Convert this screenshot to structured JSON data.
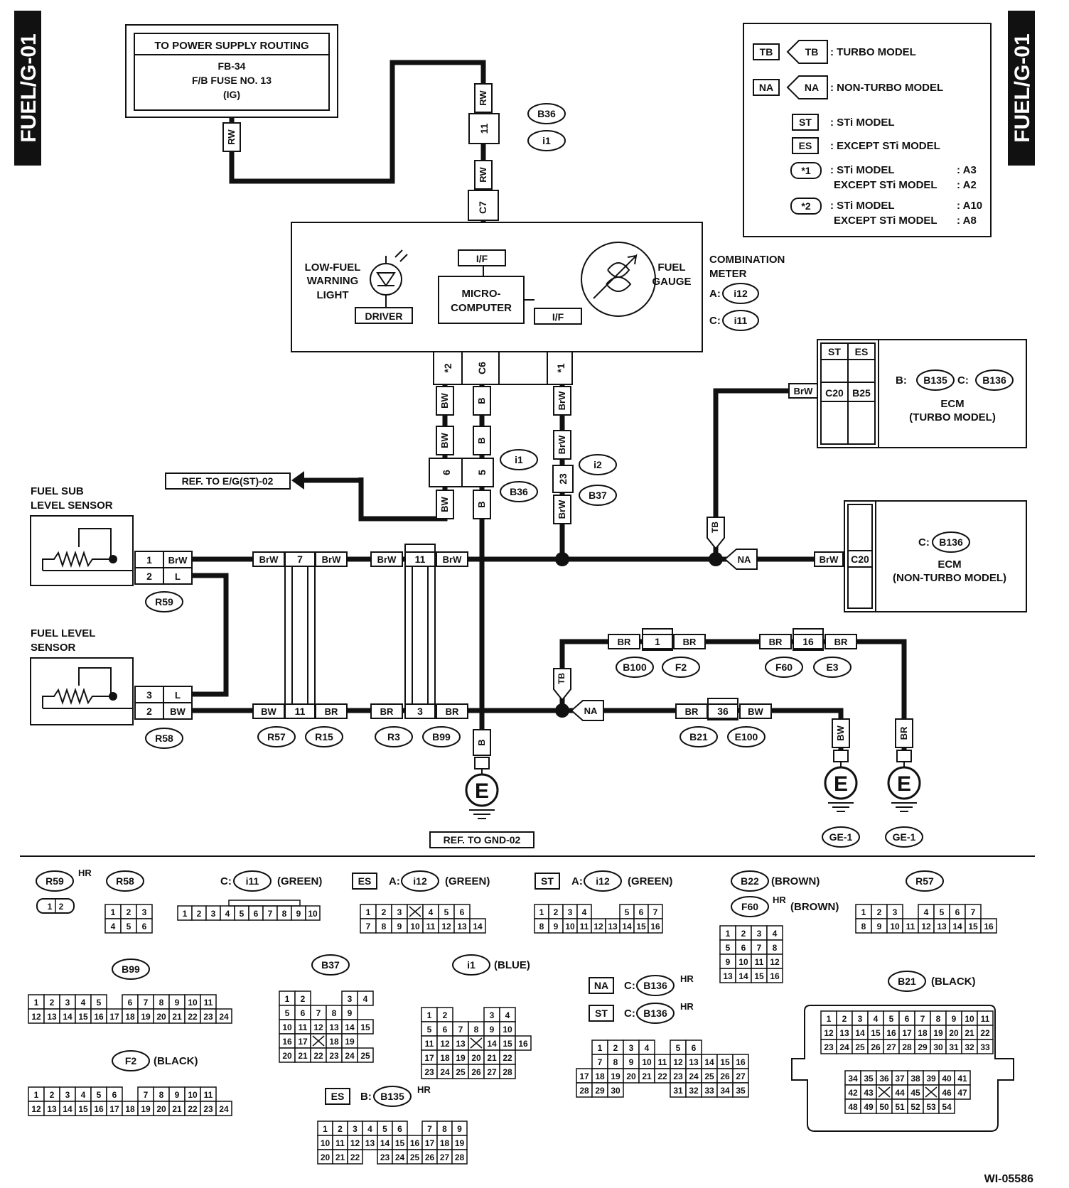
{
  "page": {
    "tag": "FUEL/G-01",
    "code": "WI-05586"
  },
  "legend": {
    "tb_box": "TB",
    "tb_arrow": "TB",
    "tb_text": ": TURBO MODEL",
    "na_box": "NA",
    "na_arrow": "NA",
    "na_text": ": NON-TURBO MODEL",
    "st_box": "ST",
    "st_text": ": STi MODEL",
    "es_box": "ES",
    "es_text": ": EXCEPT STi MODEL",
    "n1_tag": "*1",
    "n1_line1": ": STi MODEL",
    "n1_val1": ": A3",
    "n1_line2": "EXCEPT STi MODEL",
    "n1_val2": ": A2",
    "n2_tag": "*2",
    "n2_line1": ": STi MODEL",
    "n2_val1": ": A10",
    "n2_line2": "EXCEPT STi MODEL",
    "n2_val2": ": A8"
  },
  "power": {
    "title": "TO POWER SUPPLY ROUTING",
    "line1": "FB-34",
    "line2": "F/B FUSE NO. 13",
    "line3": "(IG)"
  },
  "meter": {
    "title1": "COMBINATION",
    "title2": "METER",
    "a_prefix": "A:",
    "a_conn": "i12",
    "c_prefix": "C:",
    "c_conn": "i11",
    "lowfuel1": "LOW-FUEL",
    "lowfuel2": "WARNING",
    "lowfuel3": "LIGHT",
    "driver": "DRIVER",
    "micro1": "MICRO-",
    "micro2": "COMPUTER",
    "if_top": "I/F",
    "if_bottom": "I/F",
    "gauge1": "FUEL",
    "gauge2": "GAUGE",
    "pin_c7": "C7",
    "pin_c6": "C6",
    "pin_n2": "*2",
    "pin_n1": "*1"
  },
  "ecm_turbo": {
    "st": "ST",
    "es": "ES",
    "c20": "C20",
    "b25": "B25",
    "b_prefix": "B:",
    "b_conn": "B135",
    "c_prefix": "C:",
    "c_conn": "B136",
    "line1": "ECM",
    "line2": "(TURBO MODEL)"
  },
  "ecm_na": {
    "c20": "C20",
    "c_prefix": "C:",
    "c_conn": "B136",
    "line1": "ECM",
    "line2": "(NON-TURBO MODEL)"
  },
  "sensors": {
    "sub1": "FUEL SUB",
    "sub2": "LEVEL SENSOR",
    "main1": "FUEL LEVEL",
    "main2": "SENSOR"
  },
  "refs": {
    "eg": "REF. TO E/G(ST)-02",
    "gnd": "REF. TO GND-02",
    "ge1": "GE-1",
    "ge2": "GE-1"
  },
  "wires": {
    "rw": "RW",
    "rw2": "RW",
    "rw3": "RW",
    "brw": "BrW",
    "bw": "BW",
    "b": "B",
    "l": "L",
    "br": "BR",
    "tb": "TB",
    "na": "NA",
    "e": "E"
  },
  "pins": {
    "p11": "11",
    "p6": "6",
    "p5": "5",
    "p23": "23",
    "p1": "1",
    "p2": "2",
    "p3": "3",
    "p7": "7",
    "p16": "16",
    "p36": "36"
  },
  "conns": {
    "b36": "B36",
    "i1": "i1",
    "i2": "i2",
    "b37": "B37",
    "r59": "R59",
    "r58": "R58",
    "r57": "R57",
    "r15": "R15",
    "r3": "R3",
    "b99": "B99",
    "b100": "B100",
    "f2": "F2",
    "f60": "F60",
    "e3": "E3",
    "b21": "B21",
    "e100": "E100",
    "b22": "B22",
    "i11": "i11",
    "i12": "i12",
    "b135": "B135",
    "b136": "B136"
  },
  "bottom": {
    "hr": "HR",
    "green": "(GREEN)",
    "brown": "(BROWN)",
    "blue": "(BLUE)",
    "black": "(BLACK)",
    "c": "C:",
    "a": "A:",
    "b": "B:",
    "es": "ES",
    "st": "ST",
    "na": "NA"
  }
}
